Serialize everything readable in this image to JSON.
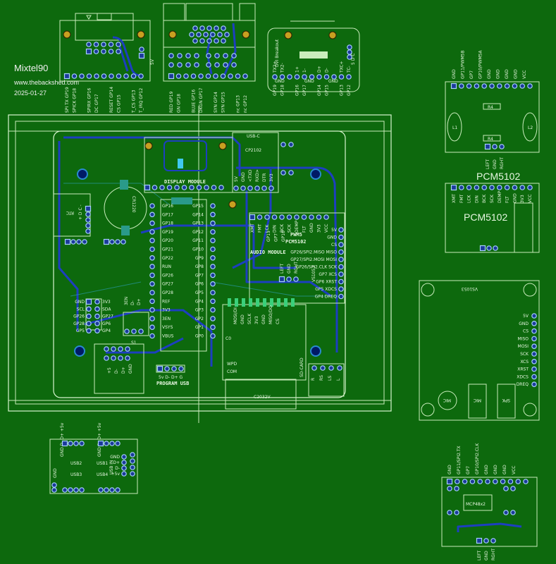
{
  "credits": {
    "author": "Mixtel90",
    "website": "www.thebackshed.com",
    "date": "2025-01-27"
  },
  "spi_module": {
    "label_5v": "5V",
    "labels": [
      "SPI TX GP19",
      "SPICK GP18",
      "SPIRX GP16",
      "DC GP17",
      "RESET GP14",
      "CS GP15",
      "T_CS GP13",
      "T_IRQ GP12"
    ]
  },
  "vga_module": {
    "labels": [
      "RED GP19",
      "GN GP18",
      "BLUE GP16",
      "DKGN GP17",
      "SYN GP14",
      "SYN GP15",
      "nc GP13",
      "nc GP12"
    ]
  },
  "dvi_module": {
    "title": "DVI Breakout",
    "top_pins": [
      "TX2+",
      "TX2-",
      "1+",
      "1-",
      "D+",
      "D-",
      "TXC+",
      "TC-"
    ],
    "gnd_labels": [
      "GND",
      "GND",
      "GND"
    ],
    "side_pins": "5 D C",
    "bottom_labels": [
      "GP19",
      "GP18",
      "GP16",
      "GP17",
      "GP14",
      "GP15",
      "GP13",
      "GP12"
    ]
  },
  "pwm_module": {
    "top_pins": [
      "GND",
      "GP11/PWM5B",
      "GP7",
      "GP10/PWM5A",
      "GND",
      "GND",
      "GND",
      "GND",
      "VCC"
    ],
    "resistors": [
      "R4",
      "R4"
    ],
    "inductors": [
      "L1",
      "L2"
    ],
    "out_pins": [
      "LEFT",
      "GND",
      "RGHT"
    ]
  },
  "pcm5102_module": {
    "title": "PCM5102",
    "pins": [
      "XMT",
      "FMT",
      "LCK",
      "DIN",
      "BCK",
      "SCK",
      "DEMP",
      "FLT",
      "GND",
      "3V3",
      "VCC"
    ],
    "body_label": "PCM5102"
  },
  "main_board": {
    "usb_c": "USB-C",
    "cp2102": "CP2102",
    "cp_pins": [
      "5V",
      "GND",
      "<TXD",
      "RXD>",
      "DTR",
      "3V3"
    ],
    "display_module": "DISPLAY MODULE",
    "rtc": "RTC",
    "rtc_pins": "+ D C -",
    "battery": "CR1220",
    "audio_module": "AUDIO MODULE",
    "pwm_label": "PWM5",
    "pcm_label": "PCM5102",
    "pcm_pins": [
      "XMT",
      "FMT",
      "LCK",
      "DIN",
      "BCK",
      "SCK",
      "DEMP",
      "FLT",
      "GND",
      "3V3",
      "VCC"
    ],
    "pcm_sub": [
      "GP11",
      "GP7",
      "GP10"
    ],
    "pico_left": [
      "GP16",
      "GP17",
      "GP18",
      "GP19",
      "GP20",
      "GP21",
      "GP22",
      "RUN",
      "GP26",
      "GP27",
      "GP28",
      "REF",
      "3V3",
      "3EN",
      "VSYS",
      "VBUS"
    ],
    "pico_right": [
      "GP15",
      "GP14",
      "GP13",
      "GP12",
      "GP11",
      "GP10",
      "GP9",
      "GP8",
      "GP7",
      "GP6",
      "GP5",
      "GP4",
      "GP3",
      "GP2",
      "GP1",
      "GP0"
    ],
    "i2c_left": [
      "GND",
      "SCL",
      "GP26",
      "GP28",
      "GP5"
    ],
    "i2c_right": [
      "3V3",
      "SDA",
      "GP27",
      "GP6",
      "GP4"
    ],
    "switch_pins": [
      "3EN",
      "D-",
      "D+"
    ],
    "switch": "S1",
    "usb_a_pins": [
      "+5",
      "D-",
      "D+",
      "GND"
    ],
    "prog_usb_pins": "5v D- D+ G",
    "prog_usb": "PROGRAM USB",
    "vs_header": [
      "5V",
      "GND",
      "CS",
      "GP26/SPI2.MISO MISO",
      "GP27/SPI2.MOSI MOSI",
      "GP26/SPI2.CLK SCK",
      "GP7 XCS",
      "GP6 XRST",
      "GP5 XDCS",
      "GP4 DREQ"
    ],
    "vs_label": "VS1053",
    "out_pins": [
      "LEFT",
      "GND",
      "RGHT"
    ],
    "sd_pins": [
      "MOSI/DI",
      "GND",
      "SCLK",
      "3V3",
      "GND",
      "MISO/DO",
      "CS"
    ],
    "sd_extra": [
      "C0",
      "WPD",
      "COM"
    ],
    "sd_label": "SD-CARD",
    "jack_pins": [
      "R",
      "RS",
      "LS",
      "L"
    ],
    "battery2": "C2032V"
  },
  "vs1053_module": {
    "title": "VS1053",
    "pins": [
      "5V",
      "GND",
      "CS",
      "MISO",
      "MOSI",
      "SCK",
      "XCS",
      "XRST",
      "XDCS",
      "DREQ"
    ],
    "mic_label": "MIC",
    "mic_jack": "MIC",
    "spk_jack": "SPK"
  },
  "usb_hub": {
    "ports": [
      "USB2",
      "USB1",
      "USB3",
      "USB4"
    ],
    "port_pins": "GND D- D+ +5v",
    "usb_in": "USB IN",
    "in_pins": [
      "GND",
      "D+",
      "D-",
      "+5v"
    ],
    "gnd": "GND"
  },
  "mcp_module": {
    "top_pins": [
      "GND",
      "GP11/SPI2.TX",
      "GP7",
      "GP10/SPI2.CLK",
      "GND",
      "GND",
      "GND",
      "VCC"
    ],
    "chip": "MCP48x2",
    "out_pins": [
      "LEFT",
      "GND",
      "RGHT"
    ]
  }
}
